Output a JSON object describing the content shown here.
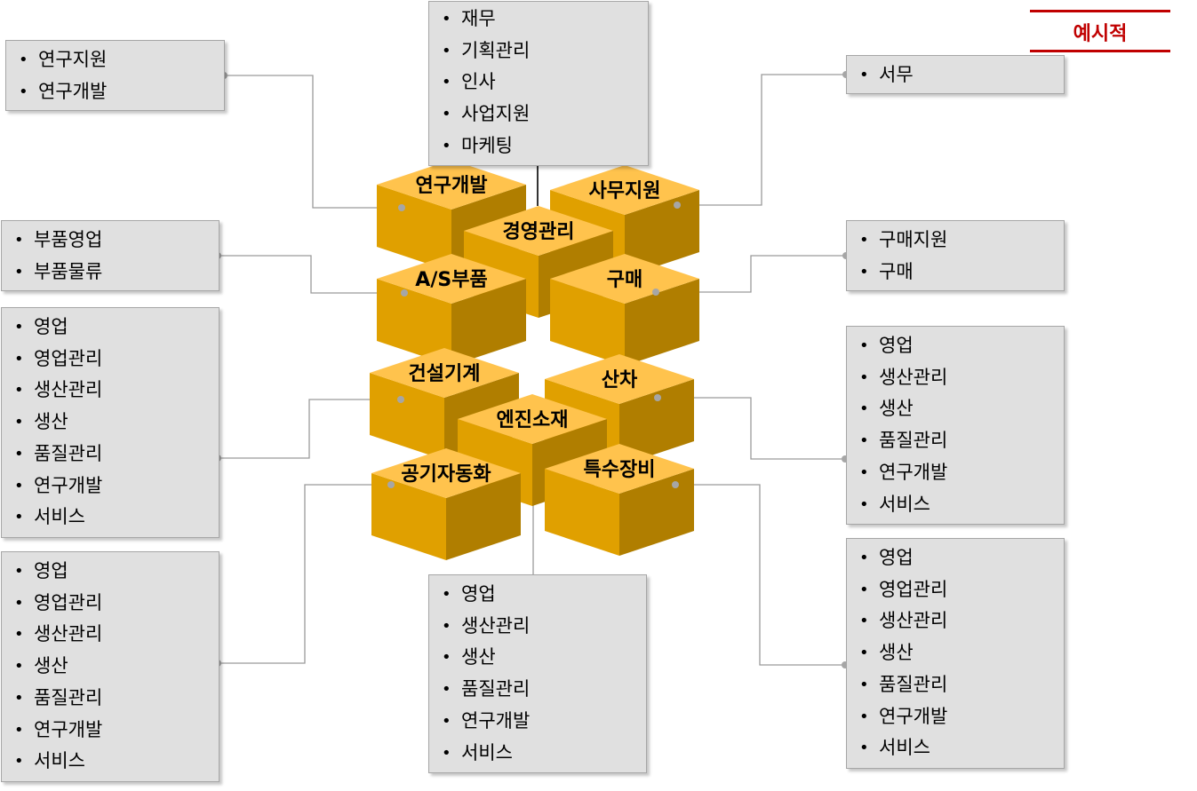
{
  "legend": "예시적",
  "boxes": {
    "top": [
      "재무",
      "기획관리",
      "인사",
      "사업지원",
      "마케팅"
    ],
    "research": [
      "연구지원",
      "연구개발"
    ],
    "office": [
      "서무"
    ],
    "parts": [
      "부품영업",
      "부품물류"
    ],
    "purchase": [
      "구매지원",
      "구매"
    ],
    "construction": [
      "영업",
      "영업관리",
      "생산관리",
      "생산",
      "품질관리",
      "연구개발",
      "서비스"
    ],
    "forklift": [
      "영업",
      "생산관리",
      "생산",
      "품질관리",
      "연구개발",
      "서비스"
    ],
    "pneumatic": [
      "영업",
      "영업관리",
      "생산관리",
      "생산",
      "품질관리",
      "연구개발",
      "서비스"
    ],
    "engine": [
      "영업",
      "생산관리",
      "생산",
      "품질관리",
      "연구개발",
      "서비스"
    ],
    "special": [
      "영업",
      "영업관리",
      "생산관리",
      "생산",
      "품질관리",
      "연구개발",
      "서비스"
    ]
  },
  "cubes": {
    "rnd": "연구개발",
    "office": "사무지원",
    "mgmt": "경영관리",
    "as": "A/S부품",
    "purchase": "구매",
    "construction": "건설기계",
    "forklift": "산차",
    "engine": "엔진소재",
    "pneumatic": "공기자동화",
    "special": "특수장비"
  },
  "colors": {
    "cube_top": "#ffc34d",
    "cube_left": "#e0a000",
    "cube_right": "#b07e00",
    "box_bg": "#e0e0e0",
    "legend": "#c00000"
  }
}
